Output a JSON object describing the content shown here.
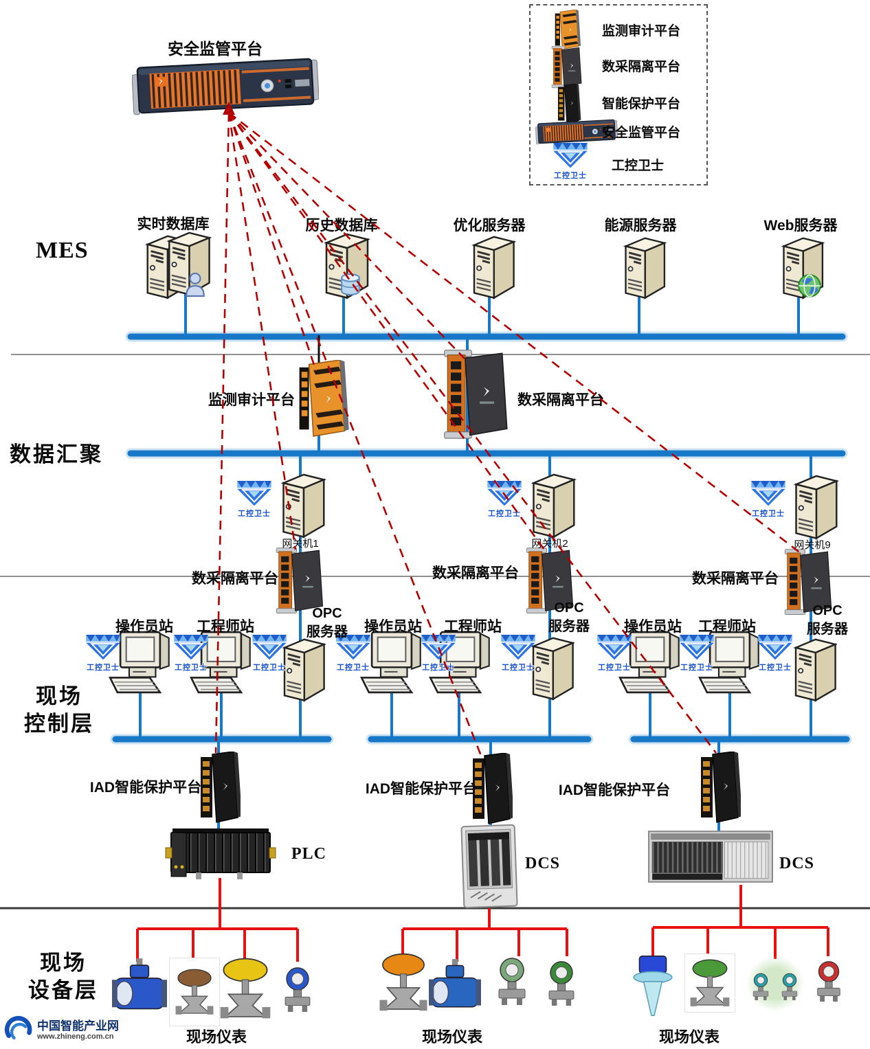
{
  "header": {
    "security_platform_label": "安全监管平台"
  },
  "legend": {
    "items": [
      {
        "label": "监测审计平台"
      },
      {
        "label": "数采隔离平台"
      },
      {
        "label": "智能保护平台"
      },
      {
        "label": "安全监管平台"
      },
      {
        "label": "工控卫士"
      }
    ]
  },
  "layer_labels": {
    "mes": "MES",
    "aggregation": "数据汇聚",
    "field_control_line1": "现场",
    "field_control_line2": "控制层",
    "field_device_line1": "现场",
    "field_device_line2": "设备层"
  },
  "mes_servers": [
    {
      "label": "实时数据库"
    },
    {
      "label": "历史数据库"
    },
    {
      "label": "优化服务器"
    },
    {
      "label": "能源服务器"
    },
    {
      "label": "Web服务器"
    }
  ],
  "aggregation": {
    "audit_platform_label": "监测审计平台",
    "isolation_platform_label": "数采隔离平台"
  },
  "gateways": [
    {
      "label": "网关机1"
    },
    {
      "label": "网关机2"
    },
    {
      "label": "网关机9"
    }
  ],
  "control_layer": {
    "isolation_platform_label": "数采隔离平台",
    "opc_line1": "OPC",
    "opc_line2": "服务器",
    "operator_station_label": "操作员站",
    "engineer_station_label": "工程师站",
    "iad_platform_label": "IAD智能保护平台"
  },
  "guard_logo_label": "工控卫士",
  "controllers": {
    "plc": "PLC",
    "dcs_mid": "DCS",
    "dcs_right": "DCS"
  },
  "field_layer": {
    "instruments_label": "现场仪表"
  },
  "watermark": {
    "site_name": "中国智能产业网",
    "site_url": "www.zhineng.com.cn"
  },
  "colors": {
    "bus_blue": "#1878c8",
    "dashed_red": "#b40000",
    "field_red": "#e81010",
    "device_orange": "#e8872a",
    "guard_blue": "#1550c8",
    "server_beige": "#efe8d2"
  }
}
